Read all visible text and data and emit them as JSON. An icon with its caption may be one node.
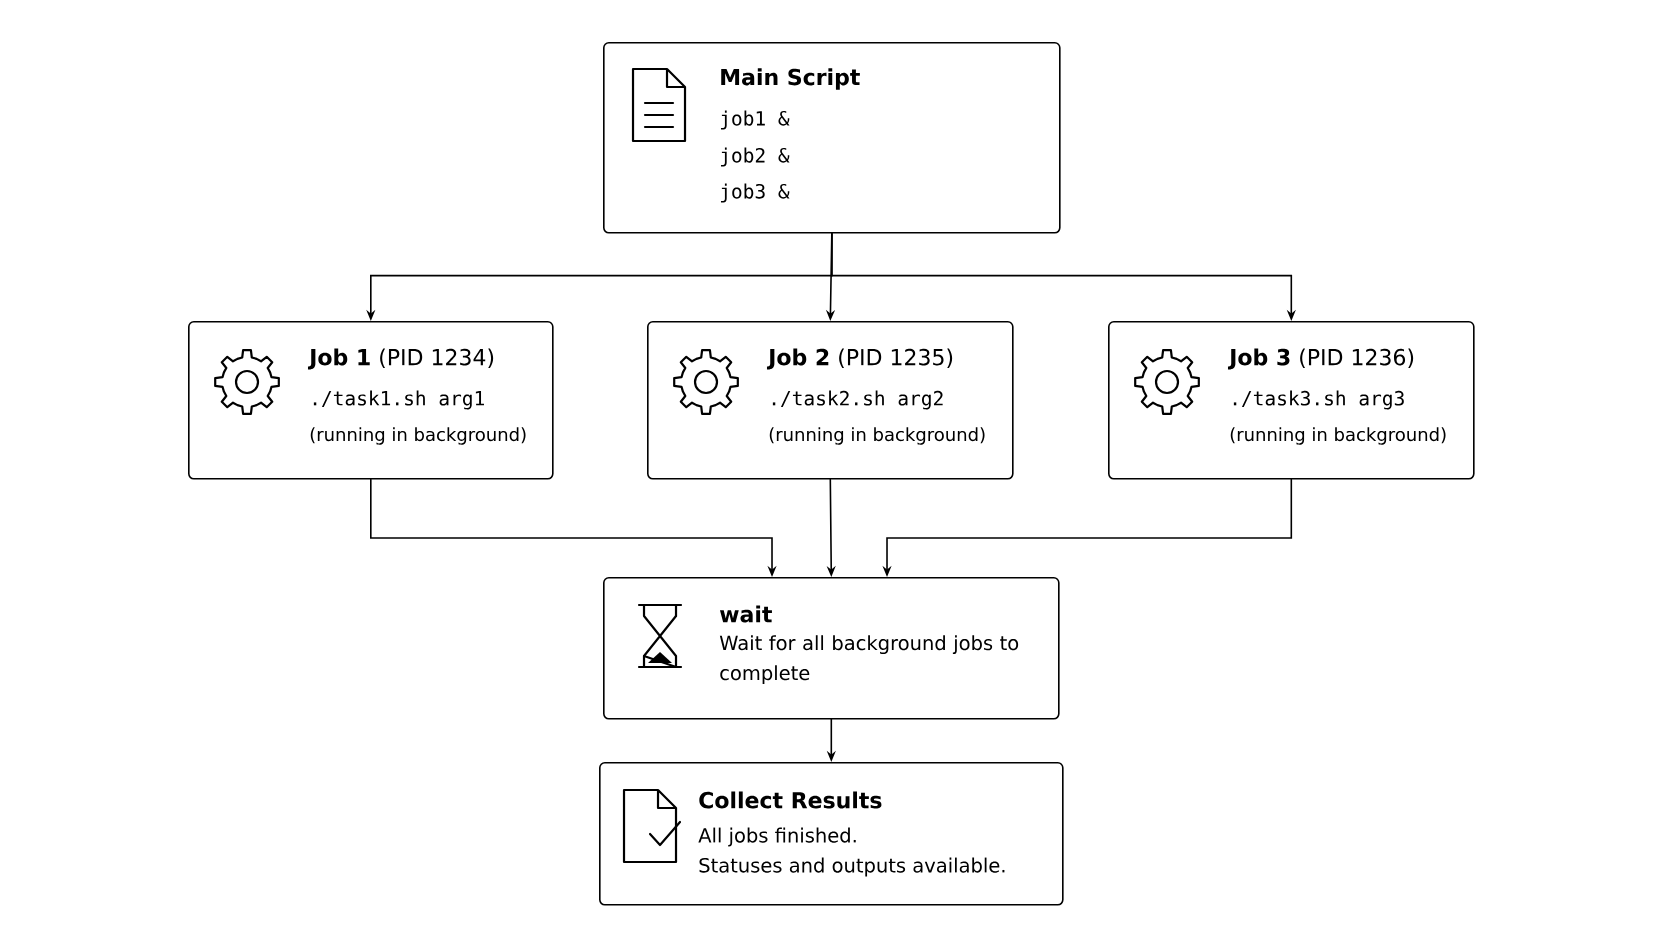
{
  "diagram": {
    "nodes": [
      {
        "text": [
          "Main Script",
          "job1 &",
          "job2 &",
          "job3 &"
        ]
      },
      {
        "text": [
          "**Job 1** (PID 1234)",
          "./task1.sh arg1",
          "(running in background)"
        ]
      },
      {
        "text": [
          "**Job 2** (PID 1235)",
          "./task2.sh arg2",
          "(running in background)"
        ]
      },
      {
        "text": [
          "**Job 3** (PID 1236)",
          "./task3.sh arg3",
          "(running in background)"
        ]
      },
      {
        "text": [
          "wait",
          "Wait for all background jobs to complete"
        ]
      },
      {
        "text": [
          "Collect Results",
          "All jobs finished.",
          "Statuses and outputs available."
        ]
      }
    ],
    "edges": [
      {
        "from": 0,
        "to": 1,
        "arrow": "to"
      },
      {
        "from": 0,
        "to": 2,
        "arrow": "to"
      },
      {
        "from": 0,
        "to": 3,
        "arrow": "to"
      },
      {
        "from": 1,
        "to": 4,
        "arrow": "to"
      },
      {
        "from": 2,
        "to": 4,
        "arrow": "to"
      },
      {
        "from": 3,
        "to": 4,
        "arrow": "to"
      },
      {
        "from": 4,
        "to": 5,
        "arrow": "to"
      }
    ]
  }
}
